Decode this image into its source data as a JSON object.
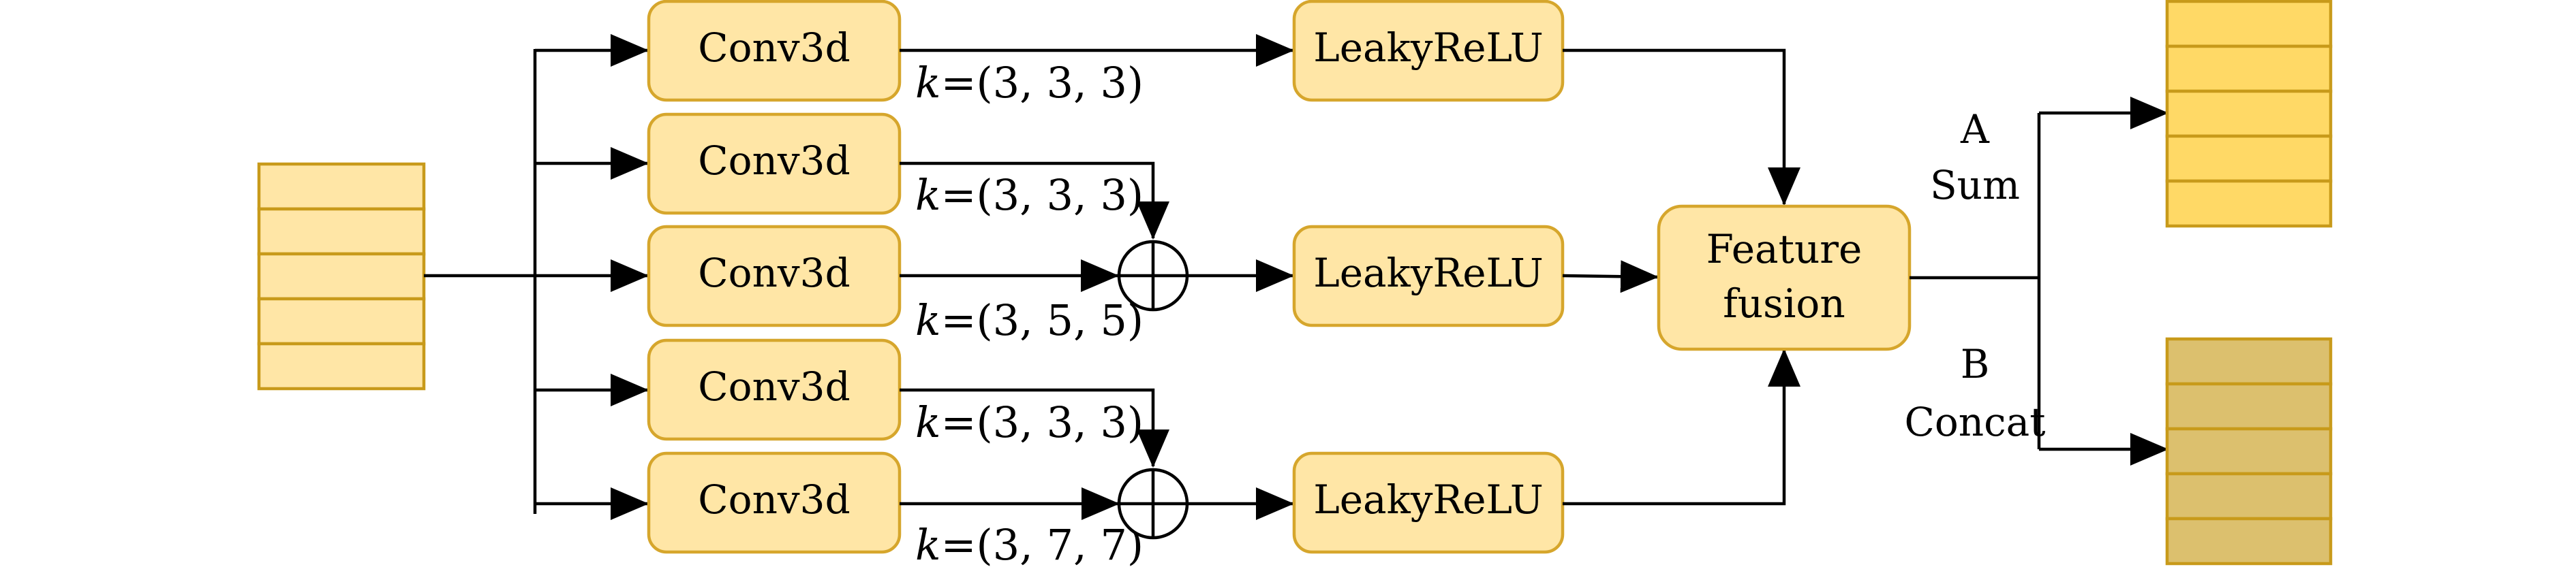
{
  "colors": {
    "block_fill": "#ffe6a6",
    "block_stroke": "#d6a62c",
    "input_stack_fill": "#ffe6a6",
    "sum_output_fill": "#ffd966",
    "concat_output_fill": "#dcc06e",
    "line": "#000000"
  },
  "conv_label": "Conv3d",
  "activation_label": "LeakyReLU",
  "fusion": {
    "line1": "Feature",
    "line2": "fusion"
  },
  "kernel_labels": [
    {
      "var": "k",
      "rest": "=(3, 3, 3)"
    },
    {
      "var": "k",
      "rest": "=(3, 3, 3)"
    },
    {
      "var": "k",
      "rest": "=(3, 5, 5)"
    },
    {
      "var": "k",
      "rest": "=(3, 3, 3)"
    },
    {
      "var": "k",
      "rest": "=(3, 7, 7)"
    }
  ],
  "outputs": {
    "sum": {
      "letter": "A",
      "name": "Sum"
    },
    "concat": {
      "letter": "B",
      "name": "Concat"
    }
  }
}
